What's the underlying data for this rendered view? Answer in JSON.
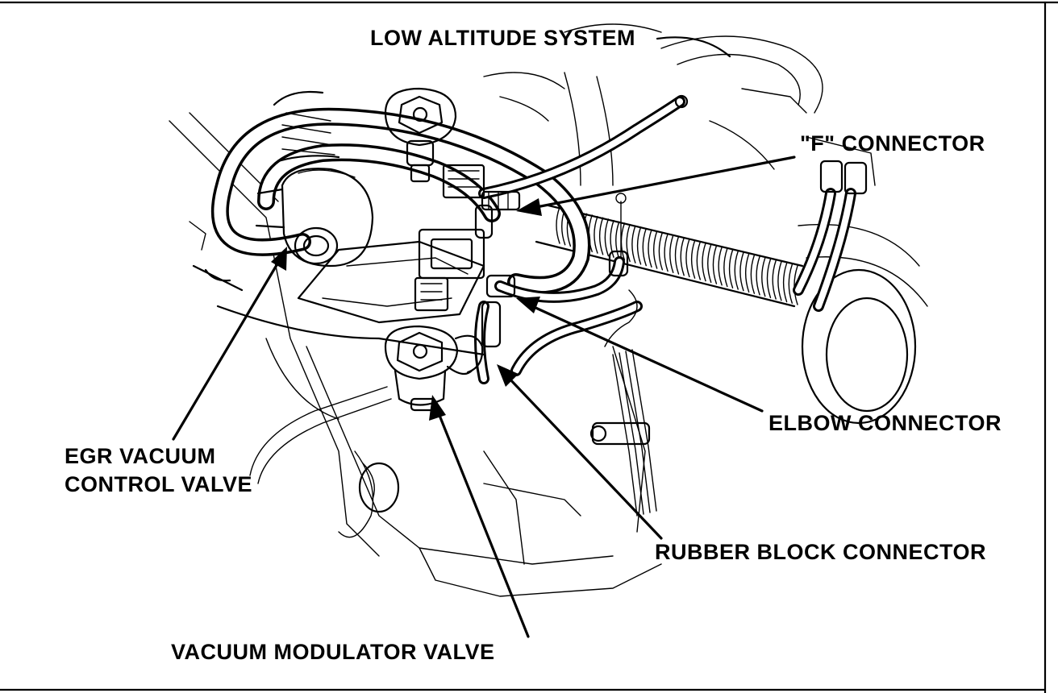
{
  "diagram": {
    "title": "LOW ALTITUDE SYSTEM",
    "labels": {
      "f_connector": "\"F\" CONNECTOR",
      "elbow_connector": "ELBOW CONNECTOR",
      "egr_line1": "EGR VACUUM",
      "egr_line2": "CONTROL VALVE",
      "rubber_block": "RUBBER BLOCK CONNECTOR",
      "vacuum_modulator": "VACUUM MODULATOR VALVE"
    }
  }
}
